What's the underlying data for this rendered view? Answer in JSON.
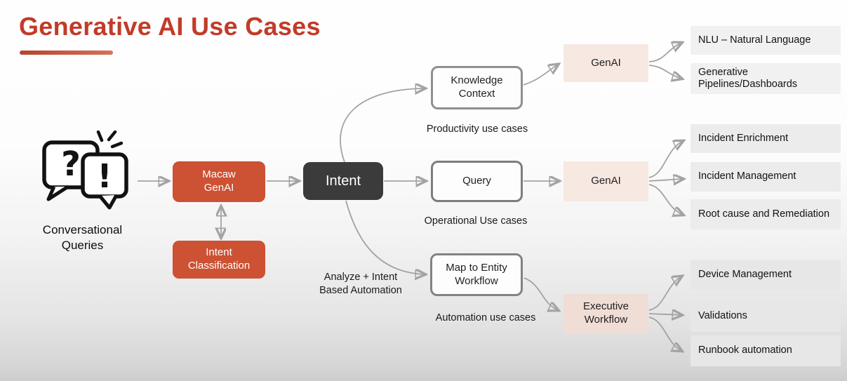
{
  "title": {
    "text": "Generative AI Use Cases"
  },
  "source": {
    "label": "Conversational\nQueries",
    "icons": [
      "speech-bubble-question",
      "speech-bubble-exclamation",
      "emphasis-lines"
    ]
  },
  "nodes": {
    "macaw": {
      "label": "Macaw\nGenAI"
    },
    "intent_classification": {
      "label": "Intent\nClassification"
    },
    "intent": {
      "label": "Intent"
    },
    "knowledge_context": {
      "label": "Knowledge\nContext"
    },
    "query": {
      "label": "Query"
    },
    "map_to_entity": {
      "label": "Map to Entity\nWorkflow"
    }
  },
  "annotations": {
    "analyze_intent": "Analyze + Intent\nBased Automation"
  },
  "branches": {
    "productivity": {
      "caption": "Productivity use cases",
      "gateway": "GenAI",
      "items": [
        "NLU – Natural Language",
        "Generative\nPipelines/Dashboards"
      ]
    },
    "operational": {
      "caption": "Operational Use cases",
      "gateway": "GenAI",
      "items": [
        "Incident Enrichment",
        "Incident Management",
        "Root cause and Remediation"
      ]
    },
    "automation": {
      "caption": "Automation use cases",
      "gateway": "Executive\nWorkflow",
      "items": [
        "Device Management",
        "Validations",
        "Runbook automation"
      ]
    }
  },
  "colors": {
    "accent_red": "#c23b28",
    "node_orange": "#cd5133",
    "node_dark": "#3b3b3b",
    "genai_pink": "#f7e8e2",
    "workflow_pink": "#efddd6",
    "connector_gray": "#a3a3a3",
    "bar_gray": "#efefef"
  }
}
